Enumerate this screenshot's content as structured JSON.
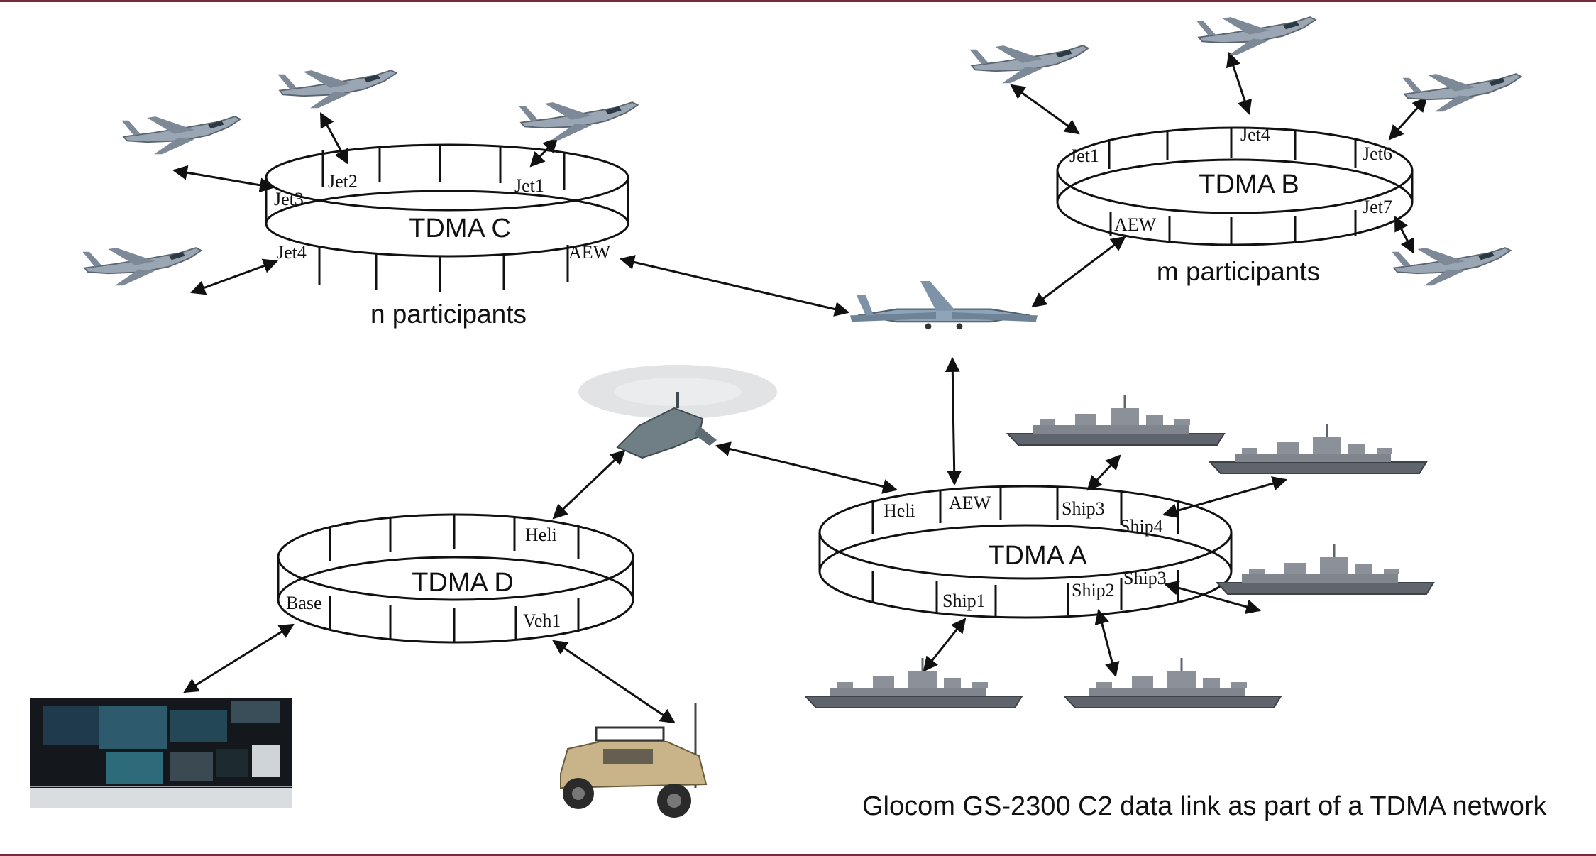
{
  "caption": "Glocom GS-2300 C2 data link as part of a TDMA network",
  "colors": {
    "frame": "#7a2a3a",
    "ink": "#111111",
    "aircraft": "#8a97a6",
    "ship": "#6b6f78",
    "vehicle": "#c9b48a",
    "screen": "#1f3a4a"
  },
  "rings": {
    "c": {
      "title": "TDMA C",
      "participants": "n participants",
      "slots": [
        "Jet3",
        "Jet2",
        "Jet1",
        "Jet4",
        "AEW"
      ]
    },
    "b": {
      "title": "TDMA B",
      "participants": "m participants",
      "slots": [
        "Jet1",
        "Jet4",
        "Jet6",
        "AEW",
        "Jet7"
      ]
    },
    "a": {
      "title": "TDMA A",
      "slots": [
        "Heli",
        "AEW",
        "Ship3",
        "Ship4",
        "Ship3",
        "Ship2",
        "Ship1"
      ]
    },
    "d": {
      "title": "TDMA D",
      "slots": [
        "Heli",
        "Base",
        "Veh1"
      ]
    }
  },
  "icons": [
    "fighter-jet-icon",
    "aew-aircraft-icon",
    "helicopter-icon",
    "warship-icon",
    "humvee-icon",
    "control-room-icon"
  ]
}
